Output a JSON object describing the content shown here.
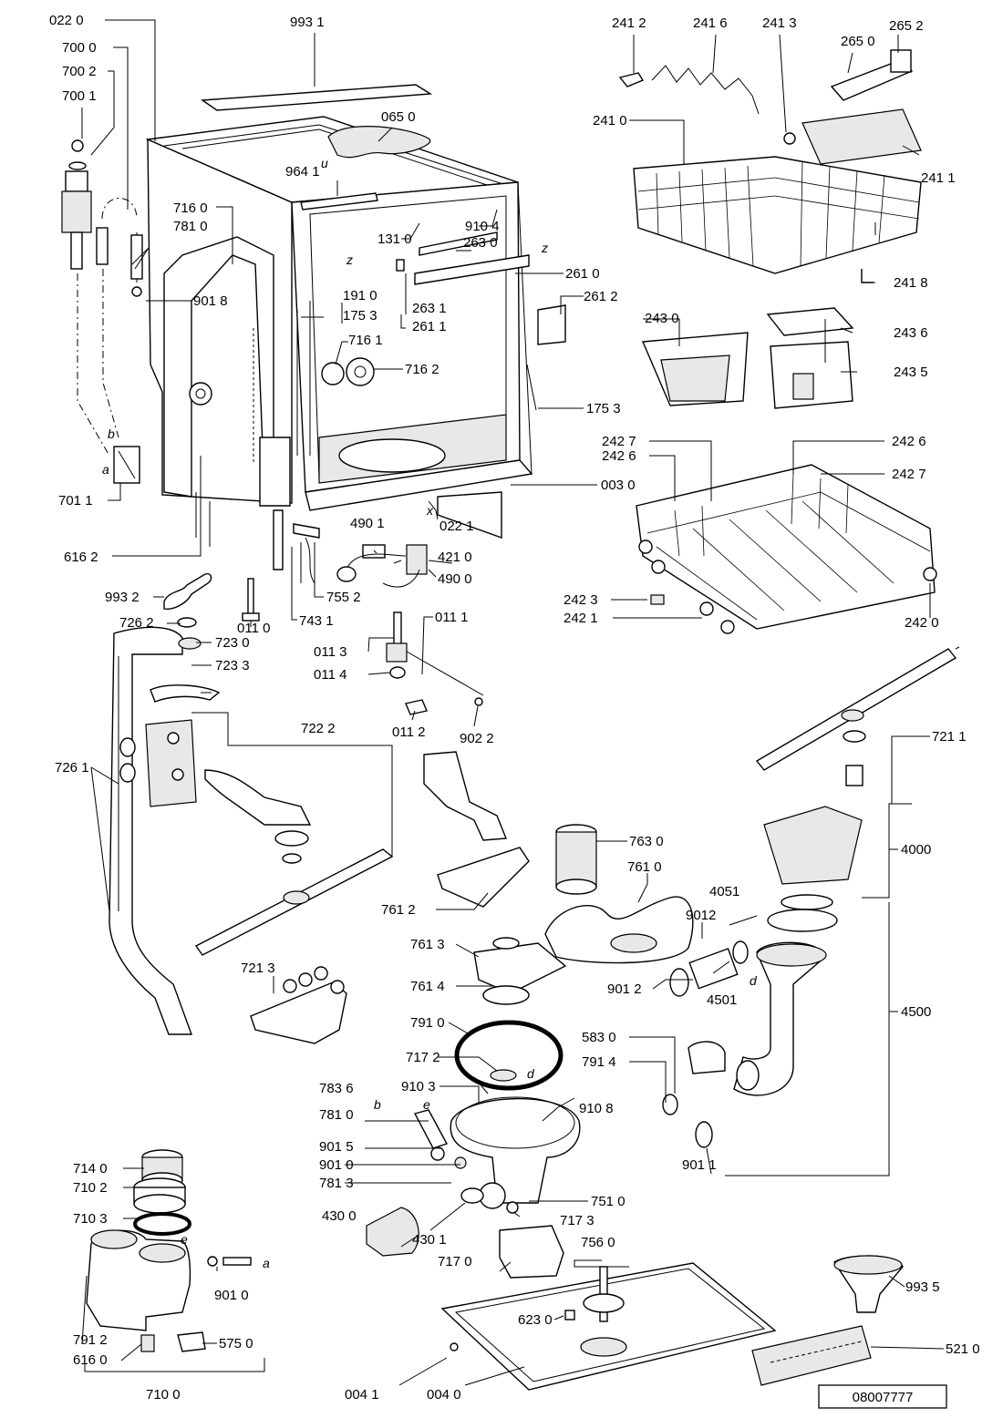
{
  "labels": {
    "l0220": "022 0",
    "l7000": "700 0",
    "l7002": "700 2",
    "l7001": "700 1",
    "l9931": "993 1",
    "l0650": "065 0",
    "l9641": "964 1",
    "l1310": "131 0",
    "l9104": "910 4",
    "l2630": "263 0",
    "l7160": "716 0",
    "l7810a": "781 0",
    "l9018": "901 8",
    "l1910": "191 0",
    "l1753a": "175 3",
    "l2631": "263 1",
    "l2611": "261 1",
    "l2610": "261 0",
    "l2612": "261 2",
    "l7161": "716 1",
    "l7162": "716 2",
    "l1753b": "175 3",
    "l0030": "003 0",
    "l7011": "701 1",
    "l6162": "616 2",
    "l4901": "490 1",
    "l4210": "421 0",
    "l4900": "490 0",
    "l0221": "022 1",
    "l9932": "993 2",
    "l7552": "755 2",
    "l7431": "743 1",
    "l7262": "726 2",
    "l0110": "011 0",
    "l0111": "011 1",
    "l0113": "011 3",
    "l0114": "011 4",
    "l0112": "011 2",
    "l9022": "902 2",
    "l7230": "723 0",
    "l7233": "723 3",
    "l7222": "722 2",
    "l7261": "726 1",
    "l7213": "721 3",
    "l2412": "241 2",
    "l2416": "241 6",
    "l2413": "241 3",
    "l2652": "265 2",
    "l2650": "265 0",
    "l2410": "241 0",
    "l2411": "241 1",
    "l2418": "241 8",
    "l2430": "243 0",
    "l2436": "243 6",
    "l2435": "243 5",
    "l2427a": "242 7",
    "l2426a": "242 6",
    "l2426b": "242 6",
    "l2427b": "242 7",
    "l2423": "242 3",
    "l2421": "242 1",
    "l2420": "242 0",
    "l7211": "721 1",
    "l4000": "4000",
    "l4051": "4051",
    "l7630": "763 0",
    "l7610": "761 0",
    "l7612": "761 2",
    "l9012a": "9012",
    "l7613": "761 3",
    "l9012b": "901 2",
    "l4501": "4501",
    "l7614": "761 4",
    "l4500": "4500",
    "l5830": "583 0",
    "l7910": "791 0",
    "l7914": "791 4",
    "l7172": "717 2",
    "l9103": "910 3",
    "l9108": "910 8",
    "l7836": "783 6",
    "l7810b": "781 0",
    "l9015": "901 5",
    "l9010a": "901 0",
    "l7813": "781 3",
    "l9011": "901 1",
    "l7510": "751 0",
    "l4300": "430 0",
    "l4301": "430 1",
    "l7173": "717 3",
    "l7560": "756 0",
    "l7170": "717 0",
    "l7140": "714 0",
    "l7102": "710 2",
    "l7103": "710 3",
    "l9010b": "901 0",
    "l7912": "791 2",
    "l6160": "616 0",
    "l5750": "575 0",
    "l7100": "710 0",
    "l6230": "623 0",
    "l9935": "993 5",
    "l5210": "521 0",
    "l0041": "004 1",
    "l0040": "004 0"
  },
  "letters": {
    "b1": "b",
    "a1": "a",
    "z1": "z",
    "z2": "z",
    "x1": "x",
    "u1": "u",
    "e1": "e",
    "d1": "d",
    "d2": "d",
    "b2": "b",
    "e2": "e",
    "a2": "a"
  },
  "doc_number": "08007777"
}
